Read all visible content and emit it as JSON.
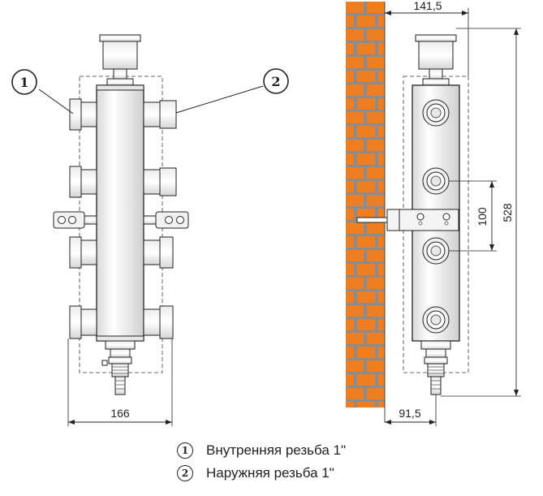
{
  "callouts": [
    {
      "number": "1"
    },
    {
      "number": "2"
    }
  ],
  "dimensions": {
    "width_front": "166",
    "wall_offset_top": "141,5",
    "wall_offset_bottom": "91,5",
    "port_spacing": "100",
    "total_height": "528"
  },
  "legend": [
    {
      "number": "1",
      "text": "Внутренняя резьба 1\""
    },
    {
      "number": "2",
      "text": "Наружняя резьба 1\""
    }
  ],
  "colors": {
    "brick": "#ef7d22",
    "mortar": "#8c8c8c",
    "line": "#222222",
    "body": "#f4f4f4"
  }
}
